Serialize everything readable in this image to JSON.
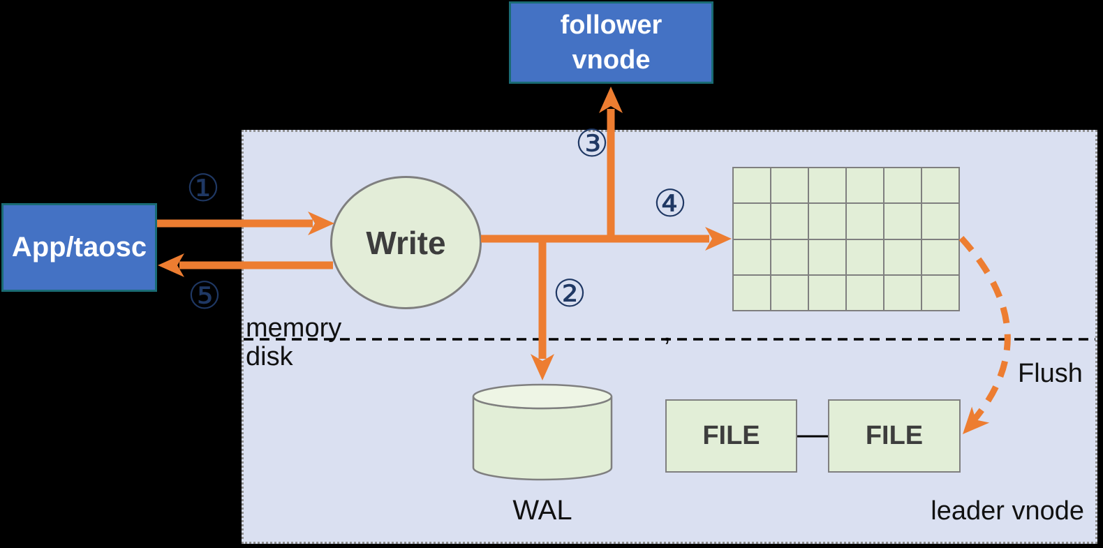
{
  "nodes": {
    "app": "App/taosc",
    "follower_vnode": "follower vnode",
    "write": "Write",
    "wal": "WAL",
    "file_left": "FILE",
    "file_right": "FILE"
  },
  "labels": {
    "memory": "memory",
    "disk": "disk",
    "flush": "Flush",
    "leader_vnode": "leader vnode",
    "stray_mark": ","
  },
  "steps": {
    "step1": "①",
    "step2": "②",
    "step3": "③",
    "step4": "④",
    "step5": "⑤"
  },
  "grid": {
    "rows": 4,
    "columns": 6
  },
  "colors": {
    "arrow_orange": "#ED7D31",
    "node_blue_fill": "#4472C4",
    "node_blue_border": "#1A6B74",
    "region_fill": "#DAE0F1",
    "shape_green_fill": "#E2EED7",
    "cylinder_top_fill": "#EEF5E5",
    "shape_border_gray": "#7F7F7F",
    "step_number_navy": "#1F3864",
    "background": "#000000"
  }
}
